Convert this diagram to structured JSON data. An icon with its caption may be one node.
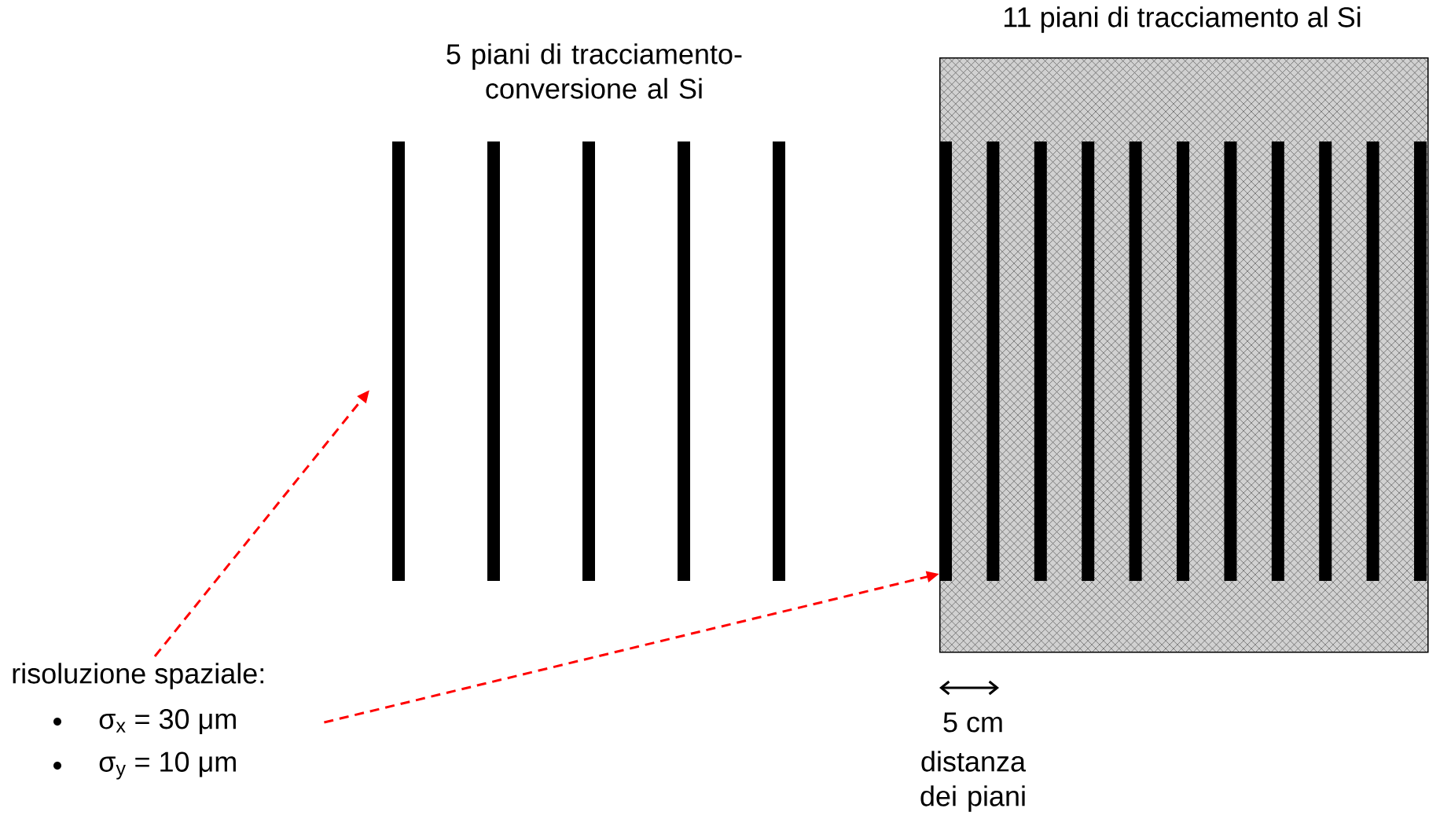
{
  "diagram": {
    "nodes": [
      {
        "text": [
          "5 piani di tracciamento-conversione al Si"
        ]
      },
      {
        "text": [
          "11 piani di tracciamento  al Si"
        ]
      },
      {
        "text": [
          "risoluzione spaziale:",
          "σ$_{x}$ = 30 μm",
          "σ$_{y}$ = 10 μm"
        ]
      }
    ],
    "edges": [
      {
        "from": 2,
        "to": 0,
        "arrow": "to",
        "style": "dashed",
        "color": "#ff0000"
      },
      {
        "from": 2,
        "to": 1,
        "arrow": "to",
        "style": "dashed",
        "color": "#ff0000"
      }
    ],
    "labels": [
      "5 cm",
      "distanza dei piani"
    ]
  }
}
